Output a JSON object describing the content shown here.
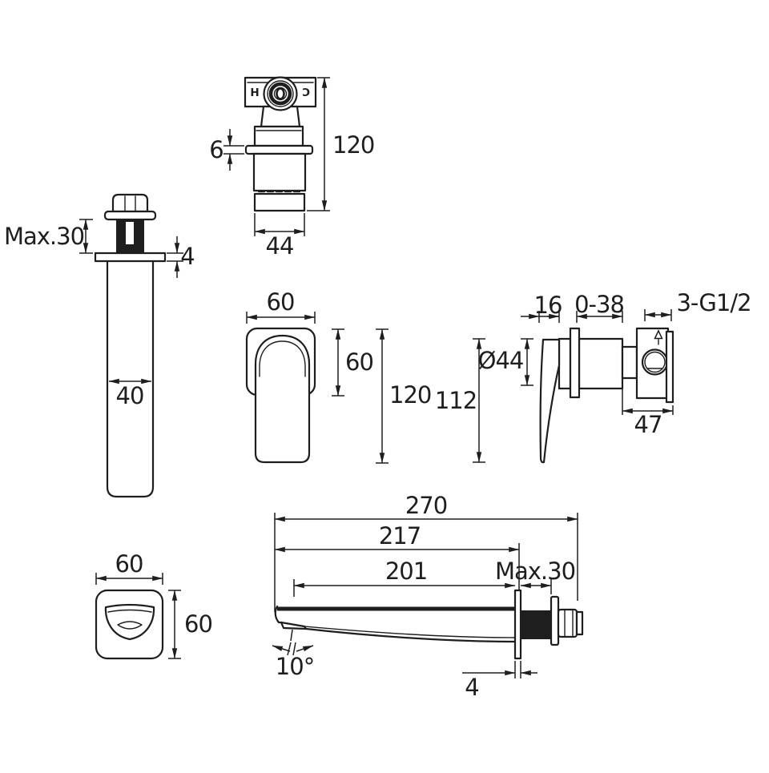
{
  "colors": {
    "background": "#ffffff",
    "ink": "#1e1e1e"
  },
  "views": {
    "valve_body_front": {
      "hot": "H",
      "cold": "C",
      "dim_height": "120",
      "dim_flange_thickness": "6",
      "dim_width": "44"
    },
    "wall_shank": {
      "dim_thread_length": "Max.30",
      "dim_flange_thickness": "4",
      "dim_tube_width": "40"
    },
    "handle_front": {
      "dim_width": "60",
      "dim_escutcheon_height": "60",
      "dim_total_height": "120"
    },
    "valve_side": {
      "dim_handle_offset": "16",
      "dim_wall_range": "0-38",
      "dim_thread_spec": "3-G1/2",
      "dim_diameter": "Ø44",
      "dim_total_height": "112",
      "dim_body_depth": "47"
    },
    "escutcheon_front": {
      "dim_width": "60",
      "dim_height": "60"
    },
    "spout_side": {
      "dim_total_length": "270",
      "dim_length_to_plate": "217",
      "dim_reach": "201",
      "dim_max_wall": "Max.30",
      "dim_tip_angle": "10°",
      "dim_plate_thickness": "4"
    }
  }
}
